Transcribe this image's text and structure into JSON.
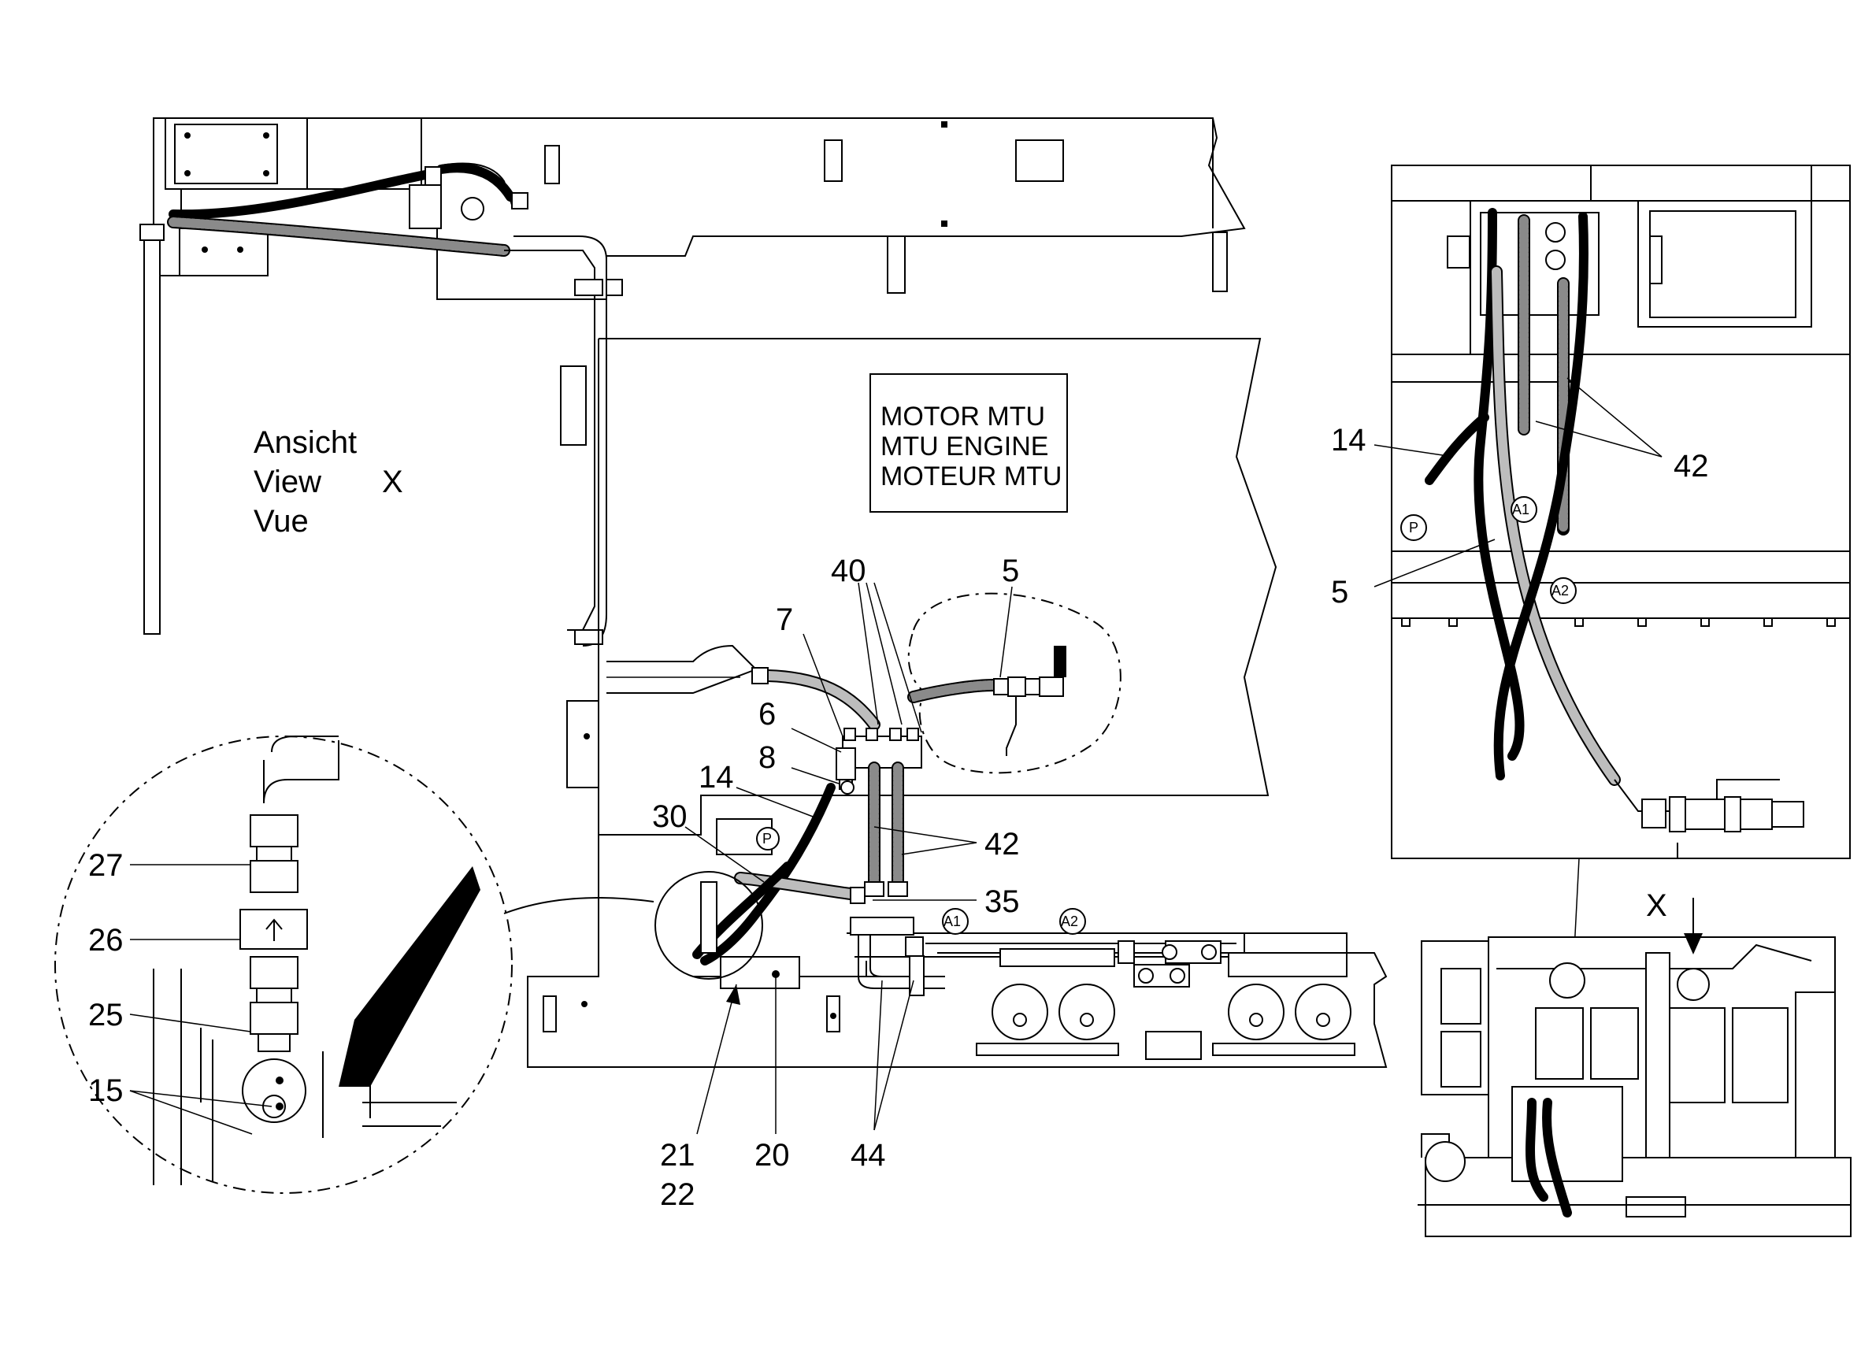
{
  "view_label": {
    "line1": "Ansicht",
    "line2": "View",
    "line3": "Vue",
    "letter": "X"
  },
  "engine_box": {
    "line1": "MOTOR MTU",
    "line2": "MTU ENGINE",
    "line3": "MOTEUR MTU"
  },
  "main_callouts": {
    "c40": "40",
    "c5": "5",
    "c7": "7",
    "c6": "6",
    "c8": "8",
    "c14": "14",
    "c30": "30",
    "c42": "42",
    "c35": "35",
    "c21": "21",
    "c22": "22",
    "c20": "20",
    "c44": "44"
  },
  "detail_callouts": {
    "c27": "27",
    "c26": "26",
    "c25": "25",
    "c15": "15"
  },
  "inset_callouts": {
    "c14": "14",
    "c5": "5",
    "c42": "42"
  },
  "ports": {
    "p": "P",
    "a1": "A1",
    "a2": "A2"
  },
  "overview": {
    "view_letter": "X"
  }
}
